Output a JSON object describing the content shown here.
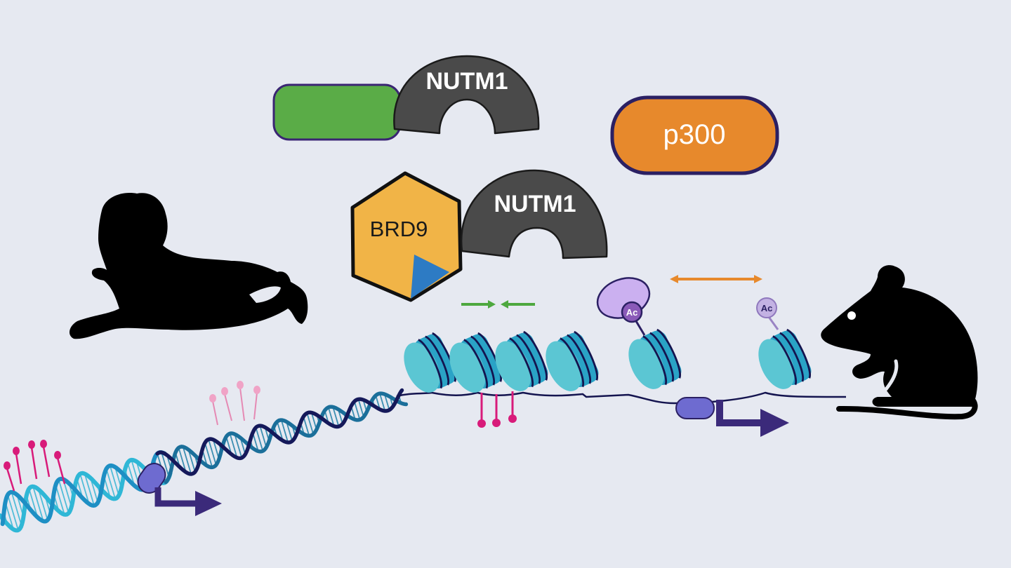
{
  "diagram": {
    "labels": {
      "nutm1_top": "NUTM1",
      "nutm1_bottom": "NUTM1",
      "brd9": "BRD9",
      "p300": "p300",
      "ac_bound": "Ac",
      "ac_free": "Ac"
    },
    "colors": {
      "background": "#e6e9f1",
      "fusion_partner_green": "#5aac47",
      "nutm1_gray": "#4a4a4a",
      "brd9_yellow": "#f1b447",
      "brd9_domain_blue": "#2d7bc4",
      "p300_orange": "#e7892c",
      "outline_navy": "#2b2063",
      "nucleosome_light": "#5bc6d3",
      "nucleosome_dark": "#2aa3c6",
      "dna_navy": "#14144f",
      "methyl_magenta": "#d81b7a",
      "methyl_pink": "#f0a3c6",
      "tf_purple": "#6e6bd0",
      "arrow_purple": "#3b2a7a",
      "compaction_green": "#4ea83f",
      "spread_orange": "#e7892c",
      "acetyl_purple": "#8a5ab8",
      "reader_lavender": "#cbb0f0"
    },
    "elements": [
      "fusion-partner-green-box",
      "nutm1-protein-top",
      "p300-protein",
      "brd9-protein",
      "nutm1-protein-bottom",
      "infant-silhouette",
      "mouse-silhouette",
      "dna-double-helix",
      "chromatin-nucleosome-array",
      "dna-methylation-marks",
      "histone-acetylation-marks",
      "transcription-start-arrows",
      "compaction-arrows",
      "spreading-arrow"
    ]
  }
}
